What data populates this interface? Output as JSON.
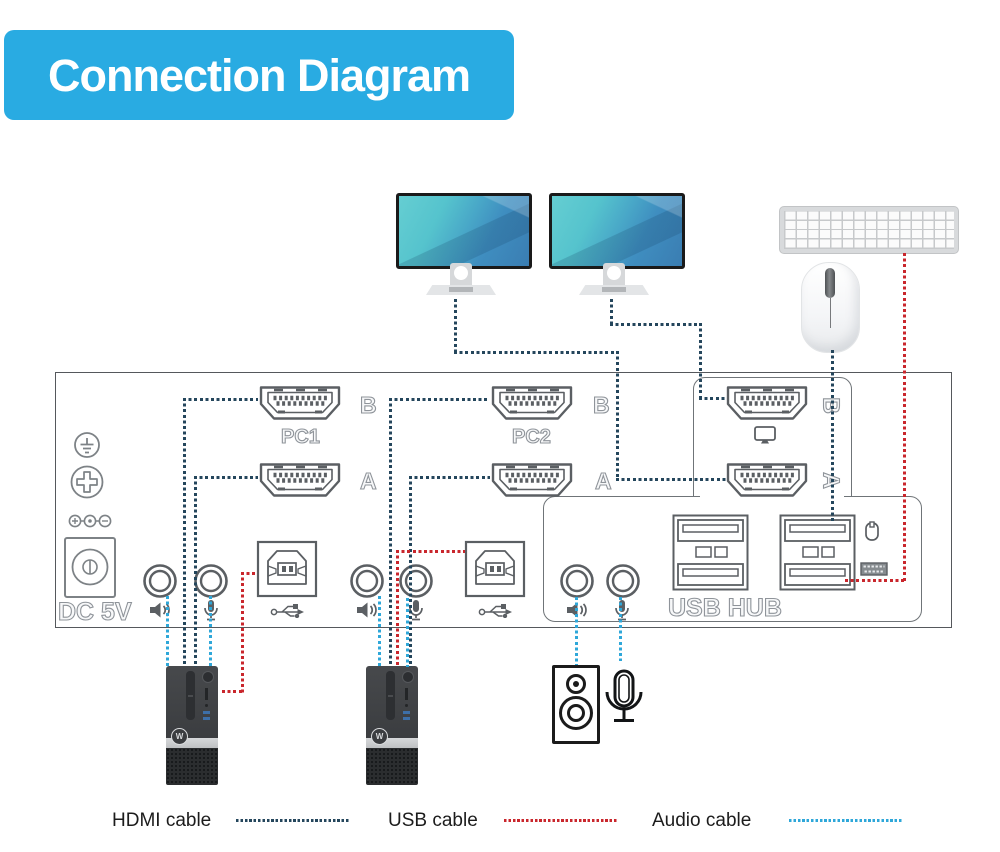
{
  "title": "Connection Diagram",
  "panel": {
    "pc1_label": "PC1",
    "pc2_label": "PC2",
    "usb_hub_label": "USB HUB",
    "dc_label": "DC 5V",
    "port_letters": {
      "b": "B",
      "a": "A"
    }
  },
  "legend": {
    "items": [
      {
        "label": "HDMI cable",
        "color": "#24465c"
      },
      {
        "label": "USB cable",
        "color": "#c9262c"
      },
      {
        "label": "Audio cable",
        "color": "#2ea7d9"
      }
    ]
  },
  "colors": {
    "banner": "#29abe2",
    "hdmi_cable": "#24465c",
    "usb_cable": "#c9262c",
    "audio_cable": "#2ea7d9",
    "panel_line": "#6f7478"
  },
  "icons": {
    "ground": "ground-icon",
    "screw": "phillips-screw-icon",
    "polarity": "dc-polarity-icon",
    "speaker": "speaker-icon",
    "microphone": "microphone-icon",
    "usb": "usb-trident-icon",
    "display": "display-icon",
    "mouse": "mouse-icon",
    "keyboard_connector": "mini-connector-icon"
  }
}
